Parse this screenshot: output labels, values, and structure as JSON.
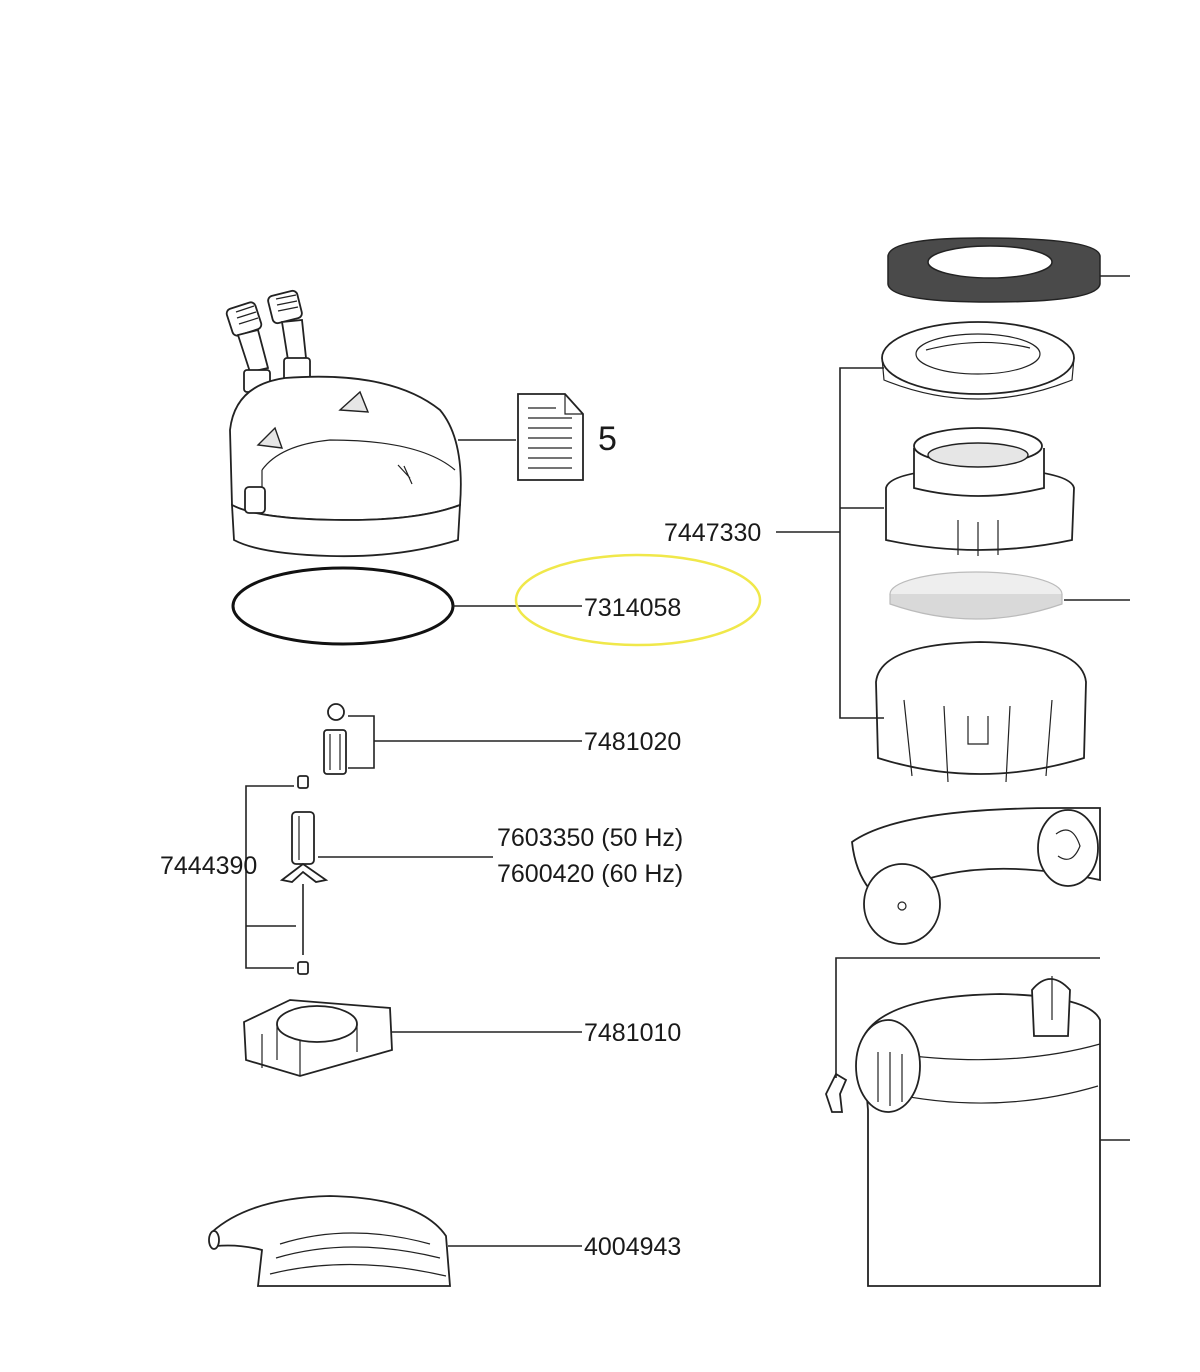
{
  "labels": {
    "manual_count": "5",
    "gasket": "7314058",
    "impeller_cap": "7481020",
    "impeller_50": "7603350 (50 Hz)",
    "impeller_60": "7600420 (60 Hz)",
    "impeller_set": "7444390",
    "holder": "7481010",
    "hose": "4004943",
    "basket_set": "7447330"
  },
  "highlight_color": "#f0e84a",
  "icons": [
    "document-icon"
  ]
}
